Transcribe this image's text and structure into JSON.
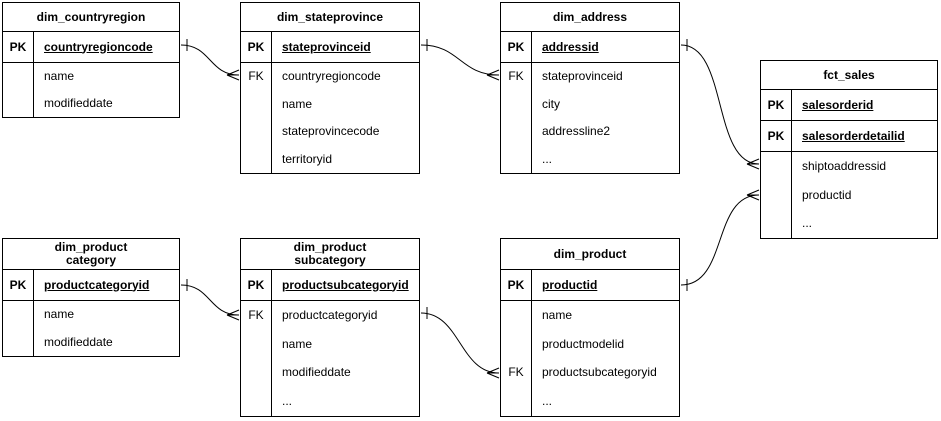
{
  "diagram": {
    "kind": "entity-relationship-diagram",
    "notation": "crows-foot",
    "colors": {
      "line": "#000000",
      "text": "#000000",
      "background": "#ffffff"
    },
    "tables": [
      {
        "title": "dim_countryregion",
        "rows": [
          {
            "key": "PK",
            "field": "countryregioncode"
          },
          {
            "key": "",
            "field": "name"
          },
          {
            "key": "",
            "field": "modifieddate"
          }
        ]
      },
      {
        "title": "dim_stateprovince",
        "rows": [
          {
            "key": "PK",
            "field": "stateprovinceid"
          },
          {
            "key": "FK",
            "field": "countryregioncode"
          },
          {
            "key": "",
            "field": "name"
          },
          {
            "key": "",
            "field": "stateprovincecode"
          },
          {
            "key": "",
            "field": "territoryid"
          }
        ]
      },
      {
        "title": "dim_address",
        "rows": [
          {
            "key": "PK",
            "field": "addressid"
          },
          {
            "key": "FK",
            "field": "stateprovinceid"
          },
          {
            "key": "",
            "field": "city"
          },
          {
            "key": "",
            "field": "addressline2"
          },
          {
            "key": "",
            "field": "..."
          }
        ]
      },
      {
        "title": "fct_sales",
        "rows": [
          {
            "key": "PK",
            "field": "salesorderid"
          },
          {
            "key": "PK",
            "field": "salesorderdetailid"
          },
          {
            "key": "",
            "field": "shiptoaddressid"
          },
          {
            "key": "",
            "field": "productid"
          },
          {
            "key": "",
            "field": "..."
          }
        ]
      },
      {
        "title": "dim_product\ncategory",
        "rows": [
          {
            "key": "PK",
            "field": "productcategoryid"
          },
          {
            "key": "",
            "field": "name"
          },
          {
            "key": "",
            "field": "modifieddate"
          }
        ]
      },
      {
        "title": "dim_product\nsubcategory",
        "rows": [
          {
            "key": "PK",
            "field": "productsubcategoryid"
          },
          {
            "key": "FK",
            "field": "productcategoryid"
          },
          {
            "key": "",
            "field": "name"
          },
          {
            "key": "",
            "field": "modifieddate"
          },
          {
            "key": "",
            "field": "..."
          }
        ]
      },
      {
        "title": "dim_product",
        "rows": [
          {
            "key": "PK",
            "field": "productid"
          },
          {
            "key": "",
            "field": "name"
          },
          {
            "key": "",
            "field": "productmodelid"
          },
          {
            "key": "FK",
            "field": "productsubcategoryid"
          },
          {
            "key": "",
            "field": "..."
          }
        ]
      }
    ],
    "relationships": [
      {
        "from_table": "dim_countryregion",
        "from_column": "countryregioncode",
        "to_table": "dim_stateprovince",
        "to_column": "countryregioncode",
        "cardinality": "one-to-many"
      },
      {
        "from_table": "dim_stateprovince",
        "from_column": "stateprovinceid",
        "to_table": "dim_address",
        "to_column": "stateprovinceid",
        "cardinality": "one-to-many"
      },
      {
        "from_table": "dim_address",
        "from_column": "addressid",
        "to_table": "fct_sales",
        "to_column": "shiptoaddressid",
        "cardinality": "one-to-many"
      },
      {
        "from_table": "dim_product",
        "from_column": "productid",
        "to_table": "fct_sales",
        "to_column": "productid",
        "cardinality": "one-to-many"
      },
      {
        "from_table": "dim_productcategory",
        "from_column": "productcategoryid",
        "to_table": "dim_productsubcategory",
        "to_column": "productcategoryid",
        "cardinality": "one-to-many"
      },
      {
        "from_table": "dim_productsubcategory",
        "from_column": "productsubcategoryid",
        "to_table": "dim_product",
        "to_column": "productsubcategoryid",
        "cardinality": "one-to-many"
      }
    ]
  }
}
